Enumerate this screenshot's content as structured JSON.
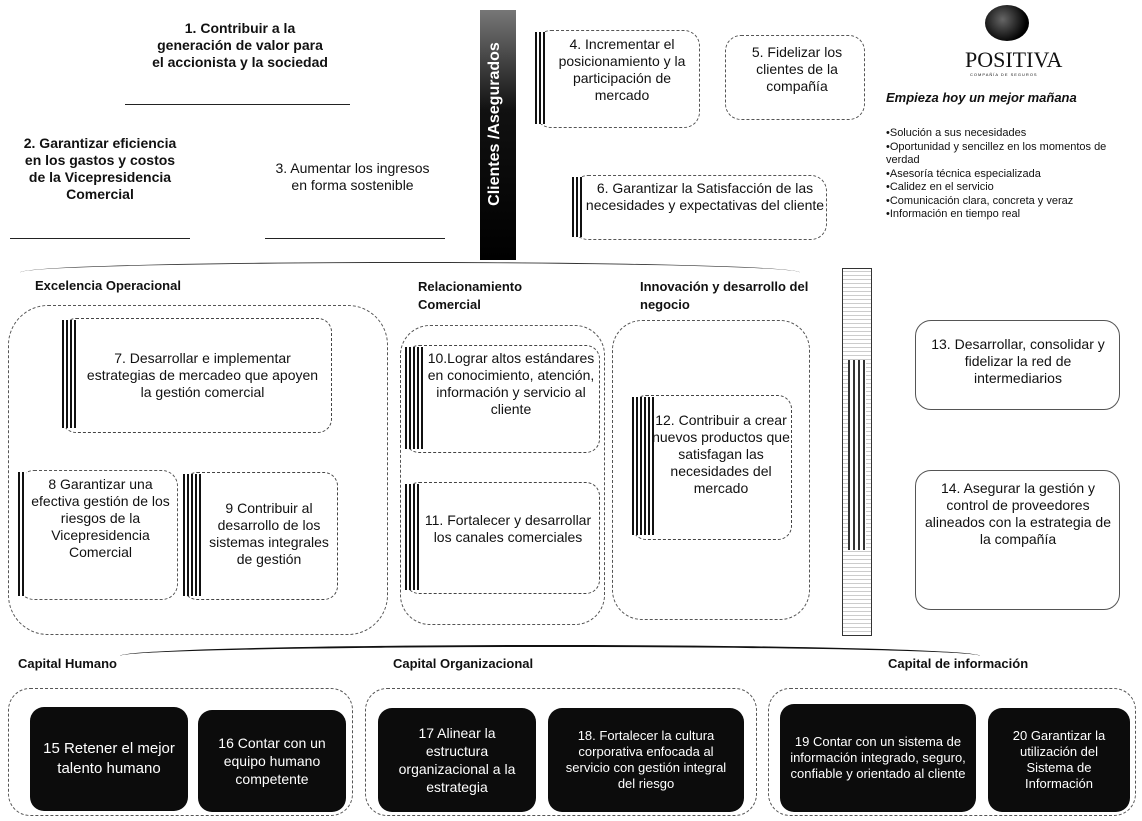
{
  "column": {
    "label": "Clientes /Asegurados"
  },
  "logo": {
    "text": "POSITIVA",
    "sub": "COMPAÑÍA DE SEGUROS"
  },
  "tagline": "Empieza hoy un mejor mañana",
  "value_props": [
    "•Solución a sus necesidades",
    "•Oportunidad y sencillez en los momentos de verdad",
    "•Asesoría técnica especializada",
    "•Calidez en el servicio",
    "•Comunicación clara, concreta y veraz",
    "•Información en tiempo real"
  ],
  "objectives": {
    "o1": "1. Contribuir a la generación de valor para el accionista y la sociedad",
    "o2": "2. Garantizar eficiencia en los gastos y costos de la Vicepresidencia Comercial",
    "o3": "3. Aumentar los ingresos en forma sostenible",
    "o4": "4. Incrementar el posicionamiento y la participación de mercado",
    "o5": "5. Fidelizar los clientes de la compañía",
    "o6": "6. Garantizar la Satisfacción de las necesidades y expectativas del cliente",
    "o7": "7. Desarrollar e implementar estrategias de mercadeo que apoyen la gestión comercial",
    "o8": "8 Garantizar una efectiva gestión de los riesgos de la Vicepresidencia Comercial",
    "o9": "9 Contribuir al desarrollo de los sistemas integrales de gestión",
    "o10": "10.Lograr altos estándares en conocimiento, atención, información y servicio al cliente",
    "o11": "11. Fortalecer y desarrollar los canales comerciales",
    "o12": "12. Contribuir a crear nuevos productos que satisfagan las necesidades del mercado",
    "o13": "13. Desarrollar, consolidar y fidelizar la red de intermediarios",
    "o14": "14. Asegurar la gestión y control de proveedores alineados con la estrategia de la compañía",
    "o15": "15 Retener el mejor talento humano",
    "o16": "16 Contar con un equipo humano competente",
    "o17": "17 Alinear la estructura organizacional a la estrategia",
    "o18": "18. Fortalecer la cultura corporativa enfocada al servicio con gestión integral del riesgo",
    "o19": "19 Contar con un sistema de información integrado, seguro, confiable y orientado al cliente",
    "o20": "20 Garantizar la utilización del Sistema de Información"
  },
  "process_headers": {
    "excelencia": "Excelencia Operacional",
    "relacionamiento": "Relacionamiento Comercial",
    "innovacion": "Innovación y desarrollo del negocio"
  },
  "capital_headers": {
    "humano": "Capital Humano",
    "organizacional": "Capital Organizacional",
    "informacion": "Capital de información"
  }
}
